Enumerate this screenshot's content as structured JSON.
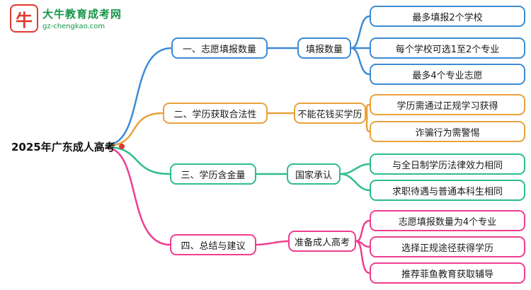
{
  "logo": {
    "title": "大牛教育成考网",
    "subtitle": "gz-chengkao.com",
    "icon_glyph": "牛",
    "brand_green": "#159548",
    "brand_red": "#e0392f"
  },
  "root": {
    "label": "2025年广东成人高考",
    "dot_color": "#e0392f"
  },
  "branches": [
    {
      "label": "一、志愿填报数量",
      "color": "#3d8bd4",
      "mid": "填报数量",
      "leaves": [
        "最多填报2个学校",
        "每个学校可选1至2个专业",
        "最多4个专业志愿"
      ]
    },
    {
      "label": "二、学历获取合法性",
      "color": "#e8a23c",
      "mid": "不能花钱买学历",
      "leaves": [
        "学历需通过正规学习获得",
        "诈骗行为需警惕"
      ]
    },
    {
      "label": "三、学历含金量",
      "color": "#2dbd8d",
      "mid": "国家承认",
      "leaves": [
        "与全日制学历法律效力相同",
        "求职待遇与普通本科生相同"
      ]
    },
    {
      "label": "四、总结与建议",
      "color": "#ee3e90",
      "mid": "准备成人高考",
      "leaves": [
        "志愿填报数量为4个专业",
        "选择正规途径获得学历",
        "推荐菲鱼教育获取辅导"
      ]
    }
  ]
}
